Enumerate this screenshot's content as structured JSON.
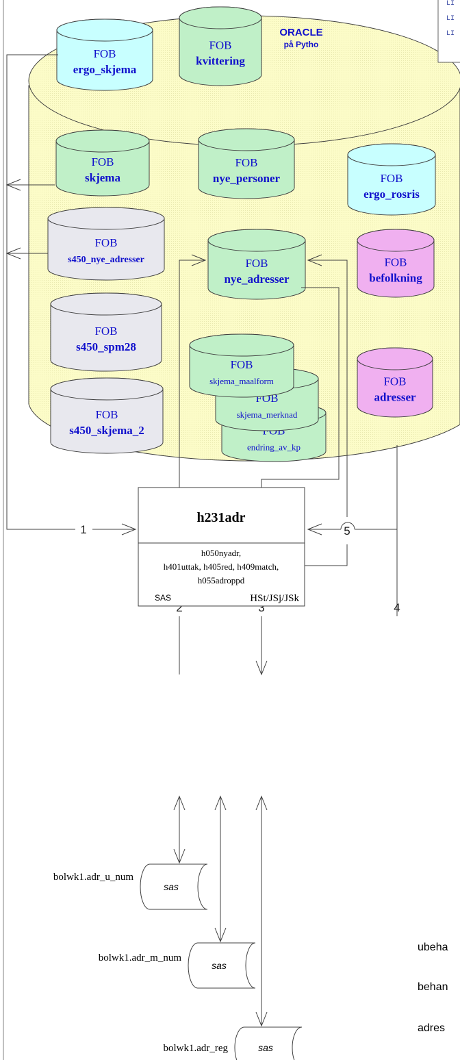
{
  "oracle_label": {
    "line1": "ORACLE",
    "line2": "på Pytho"
  },
  "top_right_box": {
    "lines": [
      "LI",
      "LI",
      "LI"
    ]
  },
  "tables": {
    "ergo_skjema": {
      "prefix": "FOB",
      "name": "ergo_skjema",
      "color": "#c8ffff",
      "name_color": "#1010cc"
    },
    "kvittering": {
      "prefix": "FOB",
      "name": "kvittering",
      "color": "#c0f0c8",
      "name_color": "#1010cc"
    },
    "skjema": {
      "prefix": "FOB",
      "name": "skjema",
      "color": "#c0f0c8",
      "name_color": "#1010cc"
    },
    "nye_personer": {
      "prefix": "FOB",
      "name": "nye_personer",
      "color": "#c0f0c8",
      "name_color": "#1010cc"
    },
    "ergo_rosris": {
      "prefix": "FOB",
      "name": "ergo_rosris",
      "color": "#c8ffff",
      "name_color": "#1010cc"
    },
    "s450_nye_adresser": {
      "prefix": "FOB",
      "name": "s450_nye_adresser",
      "color": "#e8e8ee",
      "name_color": "#1010cc"
    },
    "nye_adresser": {
      "prefix": "FOB",
      "name": "nye_adresser",
      "color": "#c0f0c8",
      "name_color": "#1010cc"
    },
    "befolkning": {
      "prefix": "FOB",
      "name": "befolkning",
      "color": "#f0b0f0",
      "name_color": "#1010cc"
    },
    "s450_spm28": {
      "prefix": "FOB",
      "name": "s450_spm28",
      "color": "#e8e8ee",
      "name_color": "#1010cc"
    },
    "skjema_maalform": {
      "prefix": "FOB",
      "name": "skjema_maalform",
      "color": "#c0f0c8",
      "name_color": "#1010cc"
    },
    "skjema_merknad": {
      "prefix": "FOB",
      "name": "skjema_merknad",
      "color": "#c0f0c8",
      "name_color": "#1010cc"
    },
    "endring_av_kp": {
      "prefix": "FOB",
      "name": "endring_av_kp",
      "color": "#c0f0c8",
      "name_color": "#1010cc"
    },
    "adresser": {
      "prefix": "FOB",
      "name": "adresser",
      "color": "#f0b0f0",
      "name_color": "#1010cc"
    },
    "s450_skjema_2": {
      "prefix": "FOB",
      "name": "s450_skjema_2",
      "color": "#e8e8ee",
      "name_color": "#1010cc"
    }
  },
  "process": {
    "title": "h231adr",
    "programs": [
      "h050nyadr,",
      "h401uttak, h405red, h409match,",
      "h055adroppd"
    ],
    "left_footer": "SAS",
    "right_footer": "HSt/JSj/JSk"
  },
  "flow_labels": {
    "f1": "1",
    "f2": "2",
    "f3": "3",
    "f4": "4",
    "f5": "5"
  },
  "sas_files": [
    {
      "label": "bolwk1.adr_u_num",
      "type": "sas"
    },
    {
      "label": "bolwk1.adr_m_num",
      "type": "sas"
    },
    {
      "label": "bolwk1.adr_reg",
      "type": "sas"
    }
  ],
  "right_notes": [
    "ubeha",
    "behan",
    "adres"
  ],
  "colors": {
    "oracle_fill": "#fcfcc8",
    "line": "#404040",
    "oracle_text": "#1010cc"
  }
}
